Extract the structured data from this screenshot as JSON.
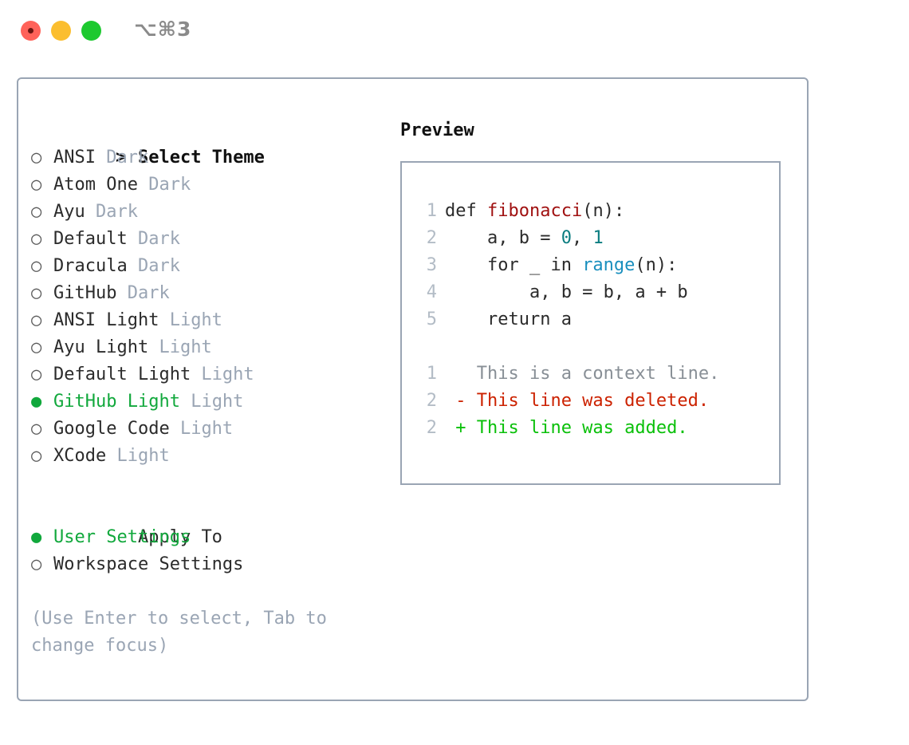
{
  "titlebar": {
    "shortcut": "⌥⌘3",
    "buttons": [
      "close",
      "minimize",
      "maximize"
    ]
  },
  "theme_list": {
    "header": "Select Theme",
    "header_marker": ">",
    "marker_unselected": "○",
    "marker_selected": "●",
    "items": [
      {
        "name": "ANSI",
        "tag": "Dark",
        "selected": false
      },
      {
        "name": "Atom One",
        "tag": "Dark",
        "selected": false
      },
      {
        "name": "Ayu",
        "tag": "Dark",
        "selected": false
      },
      {
        "name": "Default",
        "tag": "Dark",
        "selected": false
      },
      {
        "name": "Dracula",
        "tag": "Dark",
        "selected": false
      },
      {
        "name": "GitHub",
        "tag": "Dark",
        "selected": false
      },
      {
        "name": "ANSI Light",
        "tag": "Light",
        "selected": false
      },
      {
        "name": "Ayu Light",
        "tag": "Light",
        "selected": false
      },
      {
        "name": "Default Light",
        "tag": "Light",
        "selected": false
      },
      {
        "name": "GitHub Light",
        "tag": "Light",
        "selected": true
      },
      {
        "name": "Google Code",
        "tag": "Light",
        "selected": false
      },
      {
        "name": "XCode",
        "tag": "Light",
        "selected": false
      }
    ]
  },
  "apply_to": {
    "header": "Apply To",
    "items": [
      {
        "name": "User Settings",
        "selected": true
      },
      {
        "name": "Workspace Settings",
        "selected": false
      }
    ]
  },
  "hint": "(Use Enter to select, Tab to change focus)",
  "preview": {
    "title": "Preview",
    "code_lines": [
      {
        "lno": "1",
        "tokens": [
          {
            "t": "def ",
            "c": "kw"
          },
          {
            "t": "fibonacci",
            "c": "fn"
          },
          {
            "t": "(n):",
            "c": "kw"
          }
        ]
      },
      {
        "lno": "2",
        "tokens": [
          {
            "t": "    a, b = ",
            "c": "kw"
          },
          {
            "t": "0",
            "c": "num"
          },
          {
            "t": ", ",
            "c": "kw"
          },
          {
            "t": "1",
            "c": "num"
          }
        ]
      },
      {
        "lno": "3",
        "tokens": [
          {
            "t": "    for _ in ",
            "c": "kw"
          },
          {
            "t": "range",
            "c": "bi"
          },
          {
            "t": "(n):",
            "c": "kw"
          }
        ]
      },
      {
        "lno": "4",
        "tokens": [
          {
            "t": "        a, b = b, a + b",
            "c": "kw"
          }
        ]
      },
      {
        "lno": "5",
        "tokens": [
          {
            "t": "    return a",
            "c": "kw"
          }
        ]
      }
    ],
    "diff_lines": [
      {
        "lno": "1",
        "sign": " ",
        "text": "This is a context line.",
        "kind": "ctx"
      },
      {
        "lno": "2",
        "sign": "-",
        "text": "This line was deleted.",
        "kind": "del"
      },
      {
        "lno": "2",
        "sign": "+",
        "text": "This line was added.",
        "kind": "add"
      }
    ]
  },
  "colors": {
    "selected_green": "#11a83c",
    "added_green": "#0ac00a",
    "deleted_red": "#cc2200",
    "function_red": "#a01111",
    "number_teal": "#0b7d80",
    "builtin_blue": "#1a8fbe",
    "muted_gray": "#9aa5b4",
    "border_gray": "#9aa5b4",
    "traffic_red": "#ff6259",
    "traffic_yellow": "#fbbe2f",
    "traffic_green": "#1dc92f"
  }
}
